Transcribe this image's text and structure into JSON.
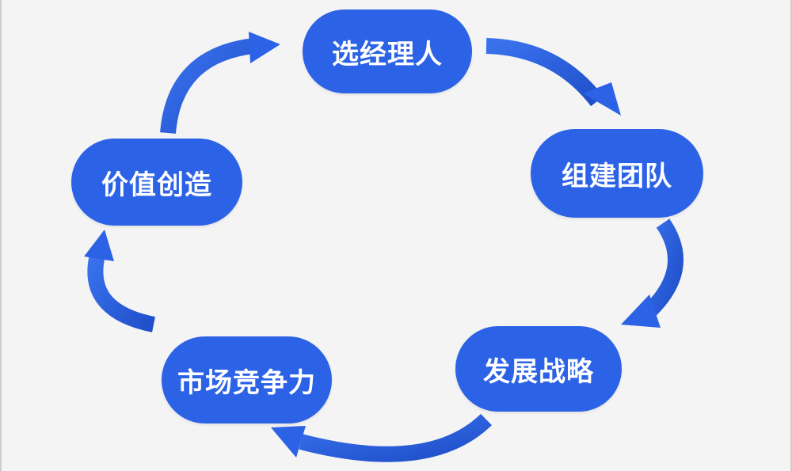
{
  "diagram": {
    "type": "cycle",
    "accent_color": "#2c63e6",
    "background_color": "#f4f4f5",
    "nodes": [
      {
        "label": "选经理人"
      },
      {
        "label": "组建团队"
      },
      {
        "label": "发展战略"
      },
      {
        "label": "市场竞争力"
      },
      {
        "label": "价值创造"
      }
    ],
    "arrows": [
      {
        "from": "选经理人",
        "to": "组建团队"
      },
      {
        "from": "组建团队",
        "to": "发展战略"
      },
      {
        "from": "发展战略",
        "to": "市场竞争力"
      },
      {
        "from": "市场竞争力",
        "to": "价值创造"
      },
      {
        "from": "价值创造",
        "to": "选经理人"
      }
    ],
    "direction": "clockwise"
  }
}
